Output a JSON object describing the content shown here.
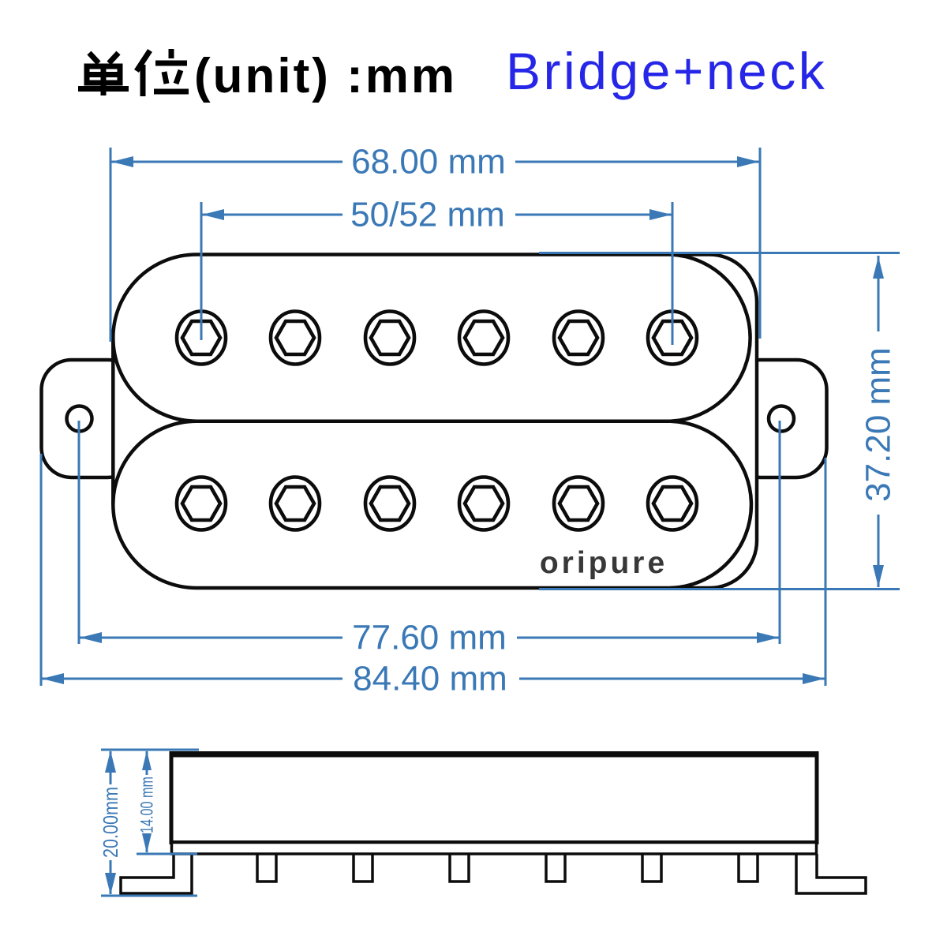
{
  "title": {
    "cn": "单位",
    "latin": "(unit) :mm",
    "variant": "Bridge+neck"
  },
  "brand": {
    "logo": "oripure"
  },
  "colors": {
    "dimension_blue": "#3a78b6",
    "variant_blue": "#2626e8",
    "outline_black": "#0c0c0c",
    "logo_gray": "#383838"
  },
  "top_view": {
    "dimensions": {
      "cover_width": "68.00 mm",
      "pole_spacing": "50/52 mm",
      "body_height": "37.20 mm",
      "mount_hole_span": "77.60 mm",
      "overall_width": "84.40 mm"
    },
    "poles": {
      "rows": 2,
      "per_row": 6
    }
  },
  "side_view": {
    "dimensions": {
      "overall_height": "20.00mm",
      "base_height": "14.00 mm"
    },
    "legs": 6
  }
}
